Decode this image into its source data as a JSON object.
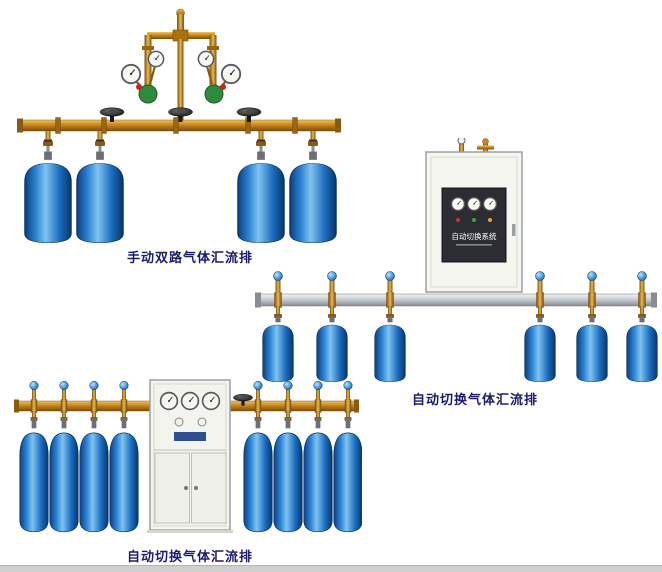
{
  "page": {
    "background_color": "#ffffff",
    "bottom_strip_color": "#cfcfcf"
  },
  "products": [
    {
      "caption": "手动双路气体汇流排",
      "cylinder_count": 4
    },
    {
      "caption": "自动切换气体汇流排",
      "cabinet_panel_label": "自动切换系统",
      "cylinder_count": 6
    },
    {
      "caption": "自动切换气体汇流排",
      "cylinder_count": 8
    }
  ],
  "colors": {
    "cylinder_blue": "#1565c0",
    "brass_pipe": "#c8861e",
    "silver_pipe": "#c2c8ce",
    "caption_text": "#1b1b70"
  }
}
